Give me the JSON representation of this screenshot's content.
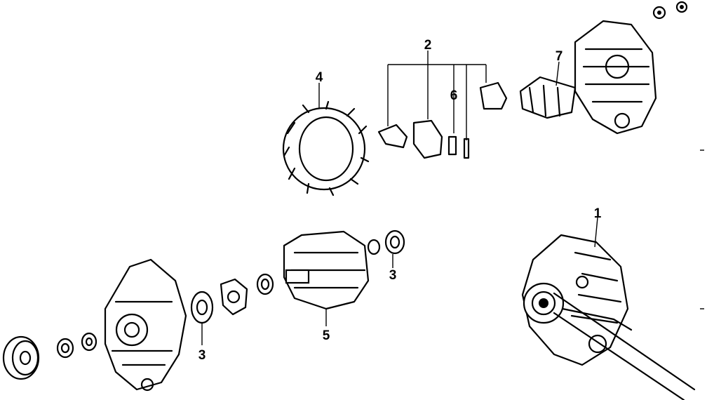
{
  "callouts": {
    "c1": "1",
    "c2": "2",
    "c3a": "3",
    "c3b": "3",
    "c4": "4",
    "c5": "5",
    "c6": "6",
    "c7": "7"
  },
  "colors": {
    "ink": "#000000",
    "background": "#ffffff"
  }
}
